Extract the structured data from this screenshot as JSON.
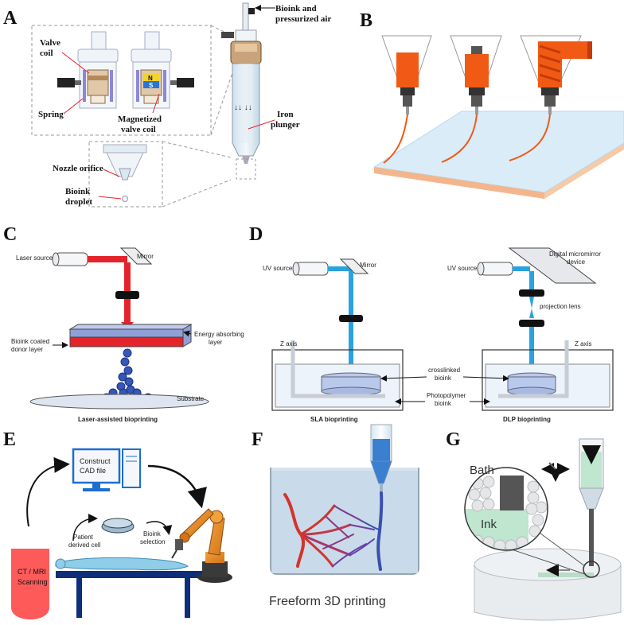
{
  "panels": {
    "A": {
      "letter": "A",
      "bioink_air_line1": "Bioink and",
      "bioink_air_line2": "pressurized air",
      "valve_coil_line1": "Valve",
      "valve_coil_line2": "coil",
      "spring": "Spring",
      "magnetized_line1": "Magnetized",
      "magnetized_line2": "valve coil",
      "magnet_n": "N",
      "magnet_s": "S",
      "iron_plunger_line1": "Iron",
      "iron_plunger_line2": "plunger",
      "nozzle_orifice": "Nozzle orifice",
      "droplet_line1": "Bioink",
      "droplet_line2": "droplet"
    },
    "B": {
      "letter": "B"
    },
    "C": {
      "letter": "C",
      "laser_source": "Laser source",
      "mirror": "Mirror",
      "energy_line1": "Energy absorbing",
      "energy_line2": "layer",
      "donor_line1": "Bioink coated",
      "donor_line2": "donor layer",
      "substrate": "Substrate",
      "caption": "Laser-assisted bioprinting"
    },
    "D": {
      "letter": "D",
      "uv_source_left": "UV source",
      "mirror": "Mirror",
      "uv_source_right": "UV source",
      "dmd_line1": "Digital micromirror",
      "dmd_line2": "device",
      "projection_lens": "projection lens",
      "z_axis_left": "Z axis",
      "z_axis_right": "Z axis",
      "crosslinked_line1": "crosslinked",
      "crosslinked_line2": "bioink",
      "photopolymer_line1": "Photopolymer",
      "photopolymer_line2": "bioink",
      "sla_caption": "SLA bioprinting",
      "dlp_caption": "DLP bioprinting"
    },
    "E": {
      "letter": "E",
      "construct_line1": "Construct",
      "construct_line2": "CAD file",
      "ct_line1": "CT / MRI",
      "ct_line2": "Scanning",
      "patient_line1": "Patient",
      "patient_line2": "derived cell",
      "bioink_line1": "Bioink",
      "bioink_line2": "selection"
    },
    "F": {
      "letter": "F",
      "caption": "Freeform 3D printing"
    },
    "G": {
      "letter": "G",
      "bath": "Bath",
      "ink": "Ink"
    }
  },
  "colors": {
    "orange": "#f05a14",
    "laser_red": "#e3242b",
    "uv_blue": "#29a3e0",
    "droplet_blue": "#3656b8",
    "green_ink": "#bfe6cf",
    "ct_red": "#ff5a5a",
    "table_blue": "#0d2f7a"
  }
}
